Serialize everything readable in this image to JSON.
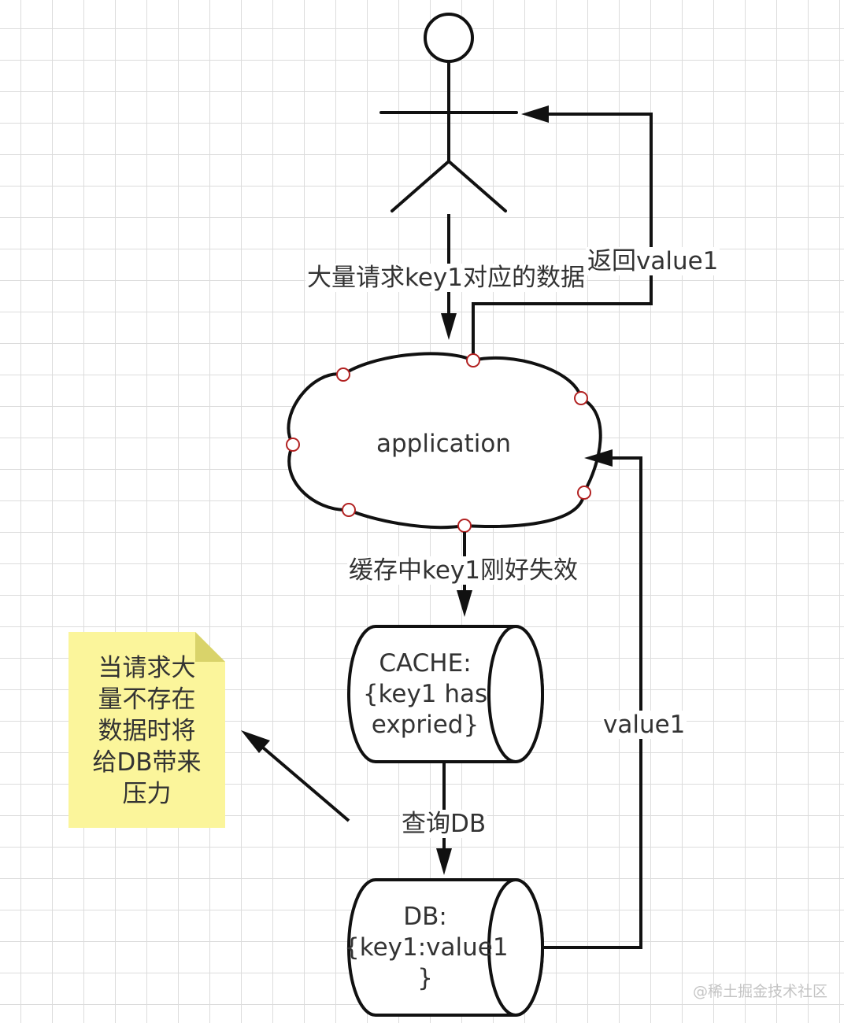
{
  "diagram": {
    "application": "application",
    "edge_request": "大量请求key1对应的数据",
    "edge_return": "返回value1",
    "edge_cache_miss": "缓存中key1刚好失效",
    "cache_lines": [
      "CACHE:",
      "{key1 has",
      "expried}"
    ],
    "edge_query": "查询DB",
    "db_lines": [
      "DB:",
      "{key1:value1",
      "}"
    ],
    "edge_value": "value1",
    "note_lines": [
      "当请求大",
      "量不存在",
      "数据时将",
      "给DB带来",
      "压力"
    ]
  },
  "watermark": "@稀土掘金技术社区",
  "colors": {
    "stroke": "#111111",
    "note_fill": "#fbf59b",
    "note_fold": "#d9d36a",
    "handle": "#b22222"
  }
}
